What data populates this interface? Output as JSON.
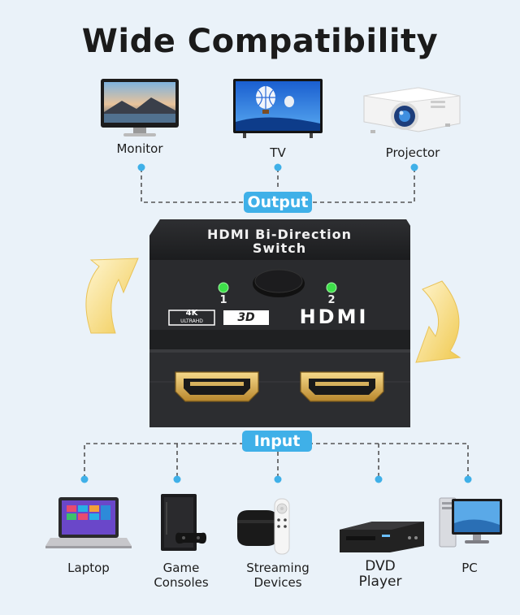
{
  "title": "Wide Compatibility",
  "output": {
    "label": "Output",
    "devices": [
      {
        "label": "Monitor",
        "icon": "monitor-icon"
      },
      {
        "label": "TV",
        "icon": "tv-icon"
      },
      {
        "label": "Projector",
        "icon": "projector-icon"
      }
    ]
  },
  "switch": {
    "title_line1": "HDMI Bi-Direction",
    "title_line2": "Switch",
    "port1": "1",
    "port2": "2",
    "badge_4k": "4K",
    "badge_ultrahd": "ULTRAHD",
    "badge_3d": "3D",
    "brand": "HDMI"
  },
  "input": {
    "label": "Input",
    "devices": [
      {
        "label": "Laptop",
        "icon": "laptop-icon"
      },
      {
        "label": "Game Consoles",
        "icon": "game-console-icon"
      },
      {
        "label": "Streaming Devices",
        "icon": "streaming-device-icon"
      },
      {
        "label": "DVD Player",
        "icon": "dvd-player-icon"
      },
      {
        "label": "PC",
        "icon": "pc-icon"
      }
    ]
  },
  "colors": {
    "background": "#eaf2f9",
    "accent": "#3fb0e8",
    "led": "#3ee04a",
    "arrow": "#f2d36b"
  }
}
